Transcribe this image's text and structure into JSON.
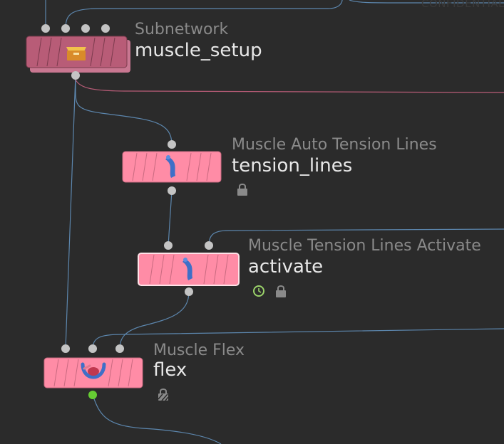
{
  "watermark": "CONFIDENTIAL",
  "nodes": {
    "muscle_setup": {
      "type": "Subnetwork",
      "name": "muscle_setup",
      "icon": "box-icon",
      "badges": []
    },
    "tension_lines": {
      "type": "Muscle Auto Tension Lines",
      "name": "tension_lines",
      "icon": "tension-line-icon",
      "badges": [
        "lock-icon"
      ]
    },
    "activate": {
      "type": "Muscle Tension Lines Activate",
      "name": "activate",
      "icon": "tension-line-icon",
      "badges": [
        "clock-icon",
        "lock-icon"
      ]
    },
    "flex": {
      "type": "Muscle Flex",
      "name": "flex",
      "icon": "flex-icon",
      "badges": [
        "soft-lock-icon"
      ]
    }
  },
  "colors": {
    "background": "#2b2b2b",
    "node_pink": "#ff8ca6",
    "subnet_pink": "#b85c77",
    "wire": "#5c86ad",
    "connector": "#c4c4c4",
    "output_active": "#66cc33"
  }
}
